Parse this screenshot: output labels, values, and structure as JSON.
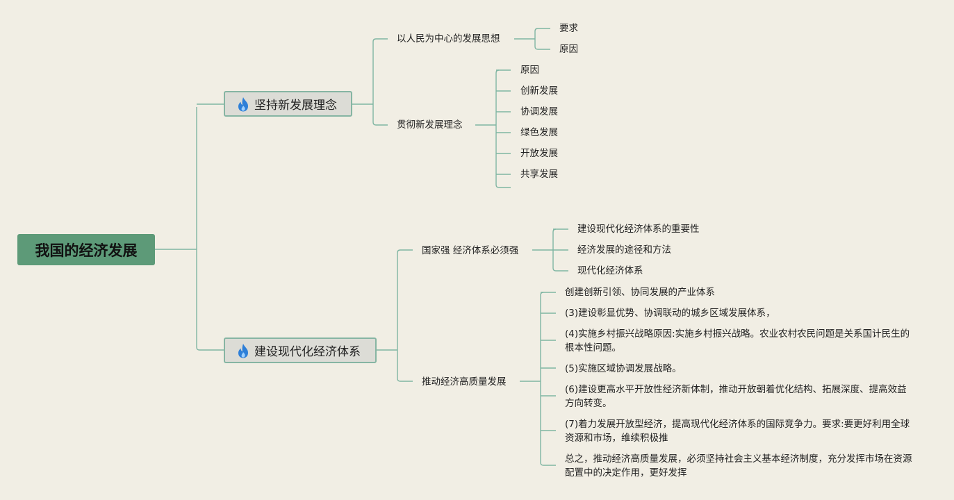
{
  "root": {
    "label": "我国的经济发展"
  },
  "branches": [
    {
      "label": "坚持新发展理念",
      "icon": "flame-icon",
      "children": [
        {
          "label": "以人民为中心的发展思想",
          "children": [
            "要求",
            "原因"
          ]
        },
        {
          "label": "贯彻新发展理念",
          "children": [
            "原因",
            "创新发展",
            "协调发展",
            "绿色发展",
            "开放发展",
            "共享发展"
          ]
        }
      ]
    },
    {
      "label": "建设现代化经济体系",
      "icon": "flame-icon",
      "children": [
        {
          "label": "国家强 经济体系必须强",
          "children": [
            "建设现代化经济体系的重要性",
            "经济发展的途径和方法",
            "现代化经济体系"
          ]
        },
        {
          "label": "推动经济高质量发展",
          "children": [
            "创建创新引领、协同发展的产业体系",
            "(3)建设彰显优势、协调联动的城乡区域发展体系，",
            "(4)实施乡村振兴战略原因:实施乡村振兴战略。农业农村农民问题是关系国计民生的根本性问题。",
            "(5)实施区域协调发展战略。",
            "(6)建设更高水平开放性经济新体制，推动开放朝着优化结构、拓展深度、提高效益方向转变。",
            "(7)着力发展开放型经济，提高现代化经济体系的国际竞争力。要求:要更好利用全球资源和市场，维续积极推",
            "总之，推动经济高质量发展，必须坚持社会主义基本经济制度，充分发挥市场在资源配置中的决定作用，更好发挥"
          ]
        }
      ]
    }
  ],
  "colors": {
    "background": "#f1eee4",
    "root_fill": "#5d9a78",
    "branch_fill": "#dcdcd6",
    "branch_border": "#86b5a3",
    "line": "#7fb5a2",
    "flame": "#2d7fd8"
  }
}
